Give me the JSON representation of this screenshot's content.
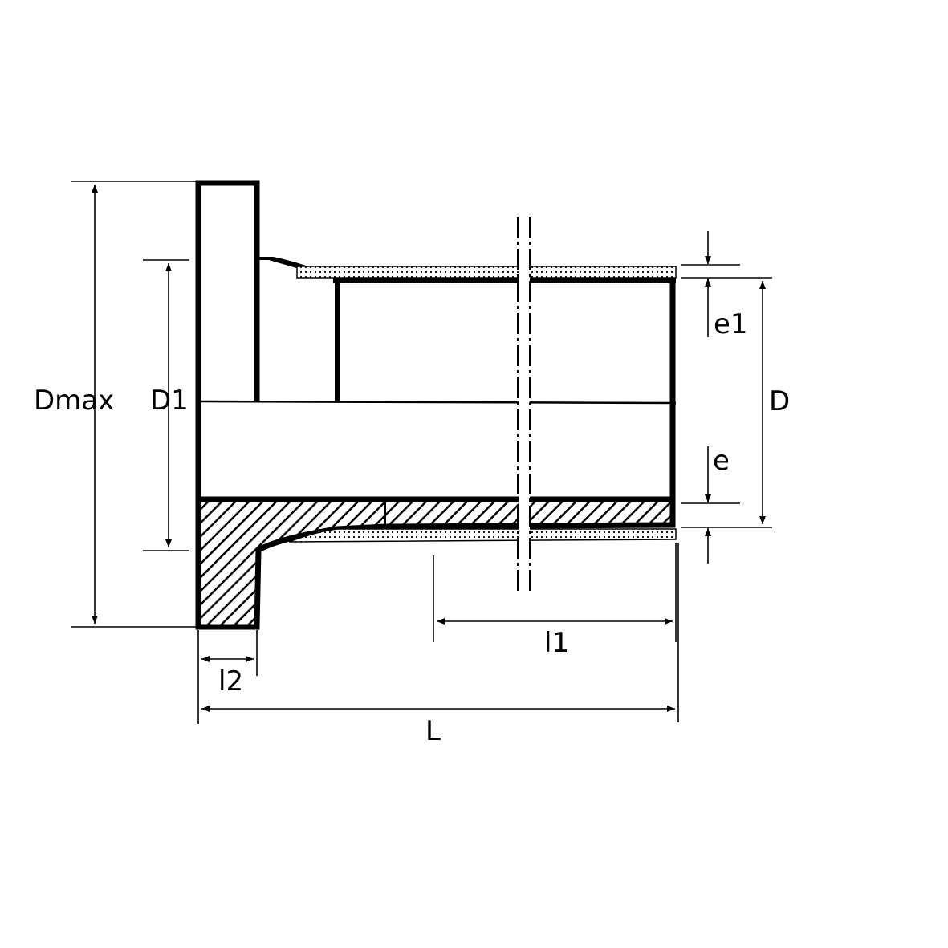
{
  "labels": {
    "dmax": "Dmax",
    "d1": "D1",
    "d": "D",
    "e1": "e1",
    "e": "e",
    "l1": "l1",
    "l2": "l2",
    "L": "L"
  },
  "colors": {
    "line": "#000000",
    "background": "#ffffff"
  }
}
